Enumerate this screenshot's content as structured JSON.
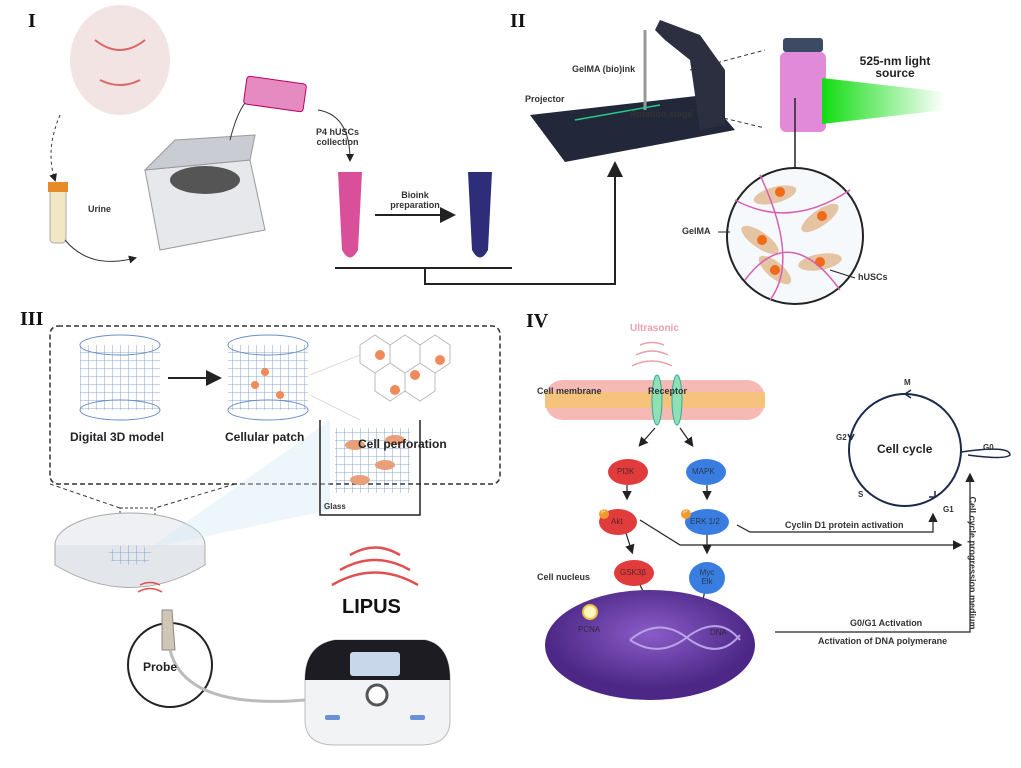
{
  "panels": {
    "I": {
      "label": "I",
      "urine": "Urine",
      "collection": "P4 hUSCs collection",
      "bioink": "Bioink preparation"
    },
    "II": {
      "label": "II",
      "gelma_bioink": "GelMA (bio)ink",
      "projector": "Projector",
      "rotation_stage": "Rotation stage",
      "light_source": "525-nm light source",
      "gelma": "GelMA",
      "huscs": "hUSCs"
    },
    "III": {
      "label": "III",
      "digital_model": "Digital 3D model",
      "cellular_patch": "Cellular patch",
      "cell_perforation": "Cell perforation",
      "glass": "Glass",
      "lipus": "LIPUS",
      "probe": "Probe"
    },
    "IV": {
      "label": "IV",
      "ultrasonic": "Ultrasonic",
      "cell_membrane": "Cell membrane",
      "receptor": "Receptor",
      "cell_nucleus": "Cell nucleus",
      "molecules": {
        "pi3k": "PI3K",
        "mapk": "MAPK",
        "akt": "Akt",
        "erk": "ERK 1/2",
        "gsk": "GSK3β",
        "myc": "Myc Elk",
        "p": "P",
        "pcna": "PCNA",
        "dna": "DNA"
      },
      "cell_cycle": "Cell cycle",
      "phases": {
        "m": "M",
        "g2": "G2",
        "s": "S",
        "g1": "G1",
        "g0": "G0"
      },
      "cyclin": "Cyclin D1 protein activation",
      "g0g1": "G0/G1 Activation",
      "dna_pol": "Activation of DNA polymerane",
      "progression": "Cell cycle progression medium"
    }
  },
  "colors": {
    "pink": "#d94f9a",
    "green": "#22dd22",
    "red": "#e23b3b",
    "blue": "#3a7de0",
    "purple": "#6a3fa8",
    "navy": "#1b2a4a"
  }
}
